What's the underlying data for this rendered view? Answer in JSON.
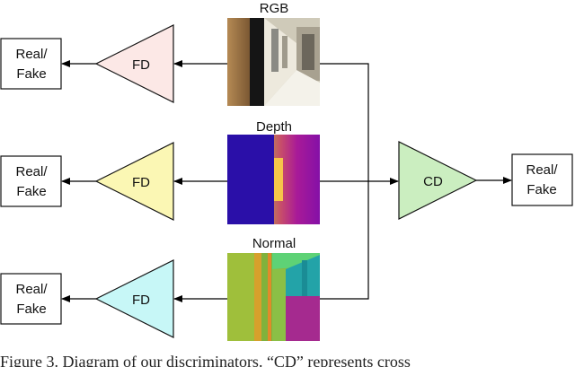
{
  "modalities": [
    {
      "label": "RGB",
      "discriminator": "FD",
      "output": [
        "Real/",
        "Fake"
      ],
      "color": "#fce8e6"
    },
    {
      "label": "Depth",
      "discriminator": "FD",
      "output": [
        "Real/",
        "Fake"
      ],
      "color": "#fbf7b4"
    },
    {
      "label": "Normal",
      "discriminator": "FD",
      "output": [
        "Real/",
        "Fake"
      ],
      "color": "#c7f7f7"
    }
  ],
  "cross": {
    "discriminator": "CD",
    "output": [
      "Real/",
      "Fake"
    ],
    "color": "#cbeec0"
  },
  "caption": "Figure 3. Diagram of our discriminators. “CD” represents cross"
}
